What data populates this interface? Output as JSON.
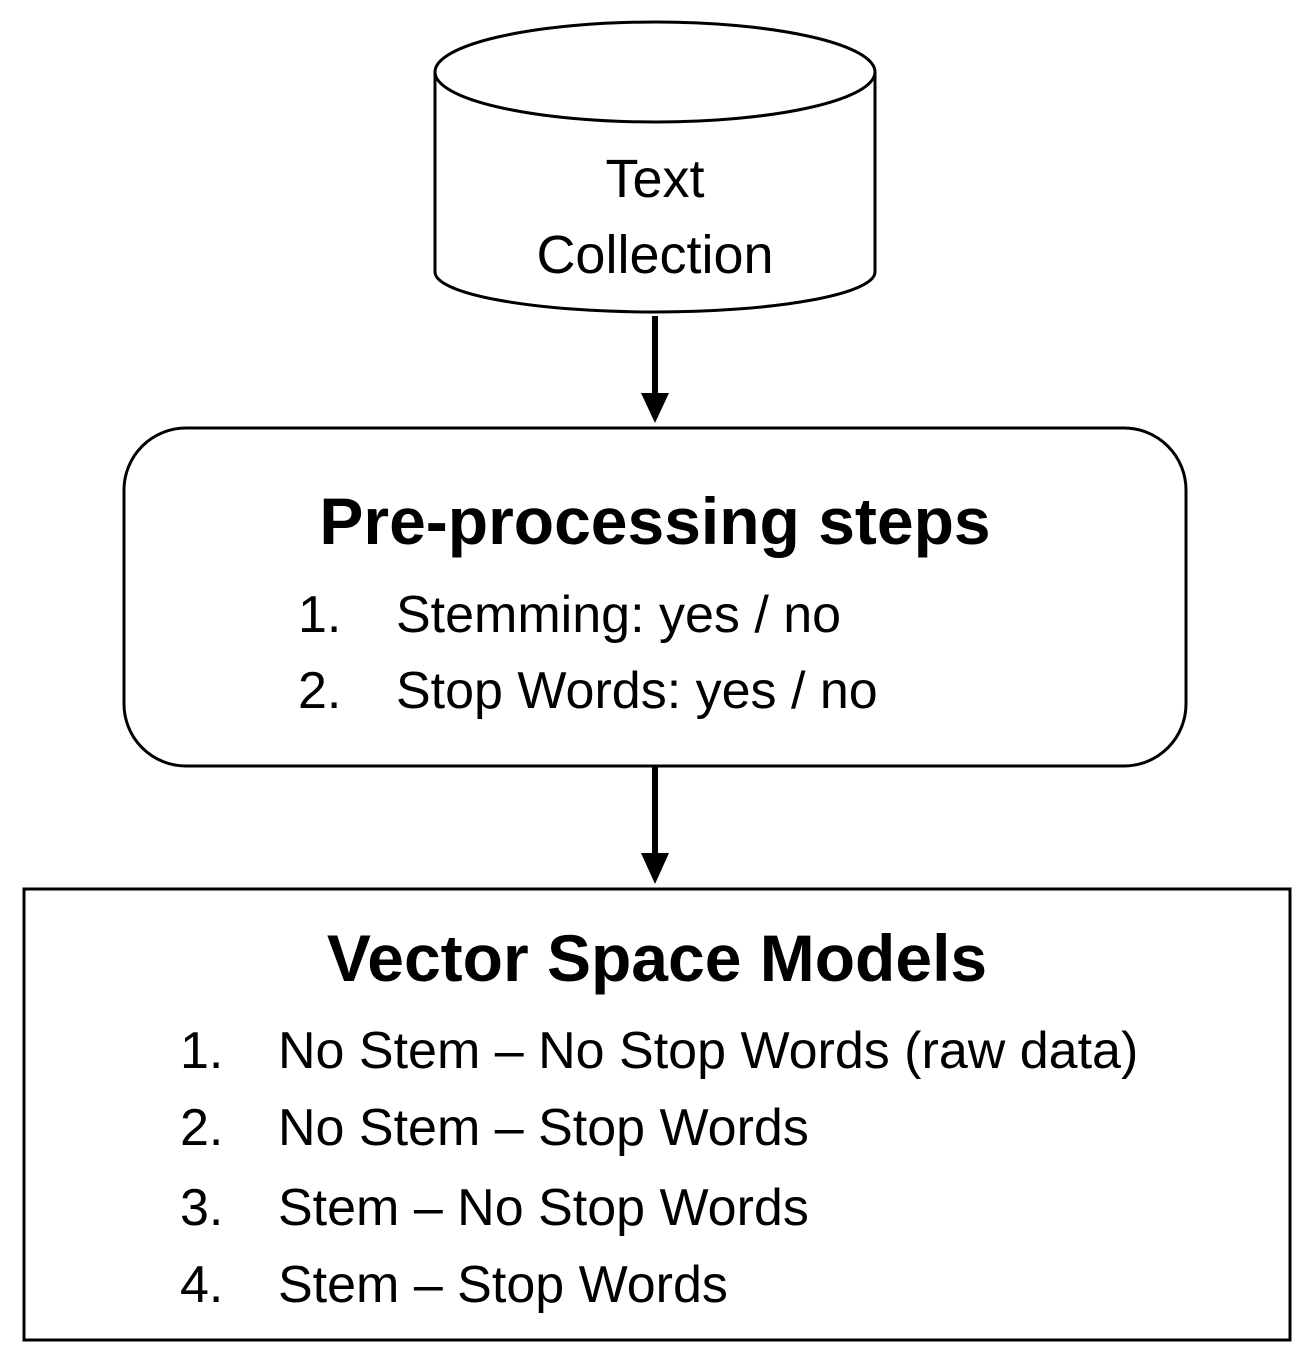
{
  "source": {
    "line1": "Text",
    "line2": "Collection"
  },
  "preprocessing": {
    "title": "Pre-processing steps",
    "steps": [
      {
        "num": "1.",
        "label": "Stemming: yes / no"
      },
      {
        "num": "2.",
        "label": "Stop Words: yes / no"
      }
    ]
  },
  "vector_space_models": {
    "title": "Vector Space Models",
    "items": [
      {
        "num": "1.",
        "label": "No Stem – No Stop Words (raw data)"
      },
      {
        "num": "2.",
        "label": "No Stem – Stop Words"
      },
      {
        "num": "3.",
        "label": "Stem – No Stop Words"
      },
      {
        "num": "4.",
        "label": "Stem – Stop Words"
      }
    ]
  }
}
